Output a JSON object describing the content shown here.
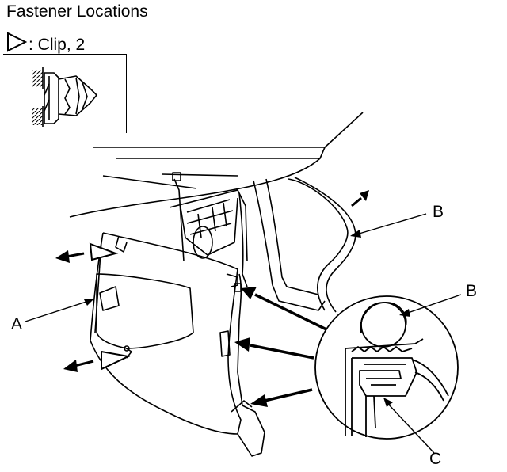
{
  "title": "Fastener Locations",
  "legend": {
    "symbol_icon": "triangle-outline-icon",
    "label": ": Clip, 2"
  },
  "callouts": [
    {
      "id": "A",
      "text": "A"
    },
    {
      "id": "B1",
      "text": "B"
    },
    {
      "id": "B2",
      "text": "B"
    },
    {
      "id": "C",
      "text": "C"
    }
  ]
}
